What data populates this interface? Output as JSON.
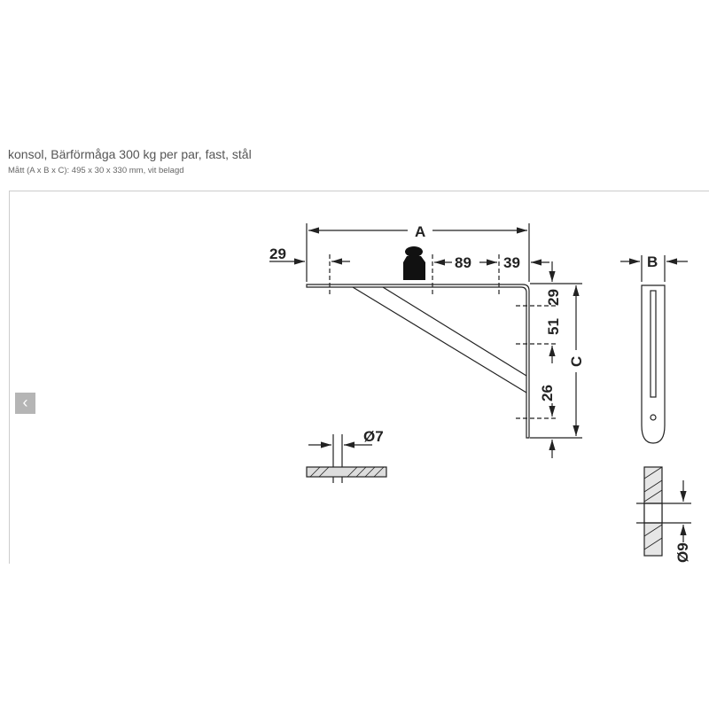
{
  "product": {
    "title": "konsol, Bärförmåga 300 kg per par, fast, stål",
    "subtitle": "Mått (A x B x C): 495 x 30 x 330 mm, vit belagd"
  },
  "gallery": {
    "prev_icon": "chevron-left-icon",
    "prev_glyph": "‹"
  },
  "drawing": {
    "dim_A": "A",
    "dim_B": "B",
    "dim_C": "C",
    "dim_29_left": "29",
    "dim_89": "89",
    "dim_39": "39",
    "dim_29_right": "29",
    "dim_51": "51",
    "dim_26": "26",
    "hole_7": "Ø7",
    "hole_9": "Ø9"
  }
}
